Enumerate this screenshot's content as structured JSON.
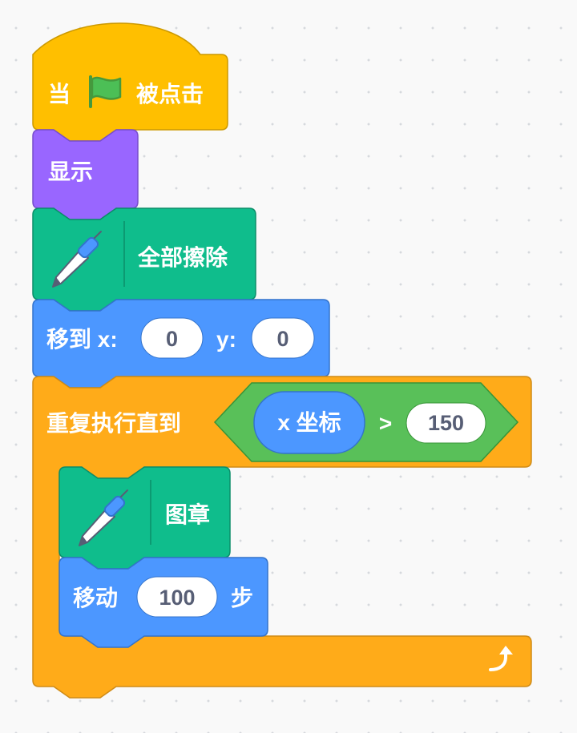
{
  "blocks": {
    "when_flag": {
      "label_when": "当",
      "label_clicked": "被点击",
      "color": "#ffbf00"
    },
    "show": {
      "label": "显示",
      "color": "#9966ff"
    },
    "pen_clear": {
      "label": "全部擦除",
      "color": "#0fbd8c"
    },
    "goto_xy": {
      "label": "移到 x:",
      "label_y": "y:",
      "x_value": "0",
      "y_value": "0",
      "color": "#4c97ff"
    },
    "repeat_until": {
      "label": "重复执行直到",
      "operator": ">",
      "reporter": "x 坐标",
      "compare_value": "150",
      "color": "#ffab19",
      "condition_color": "#59c059",
      "reporter_color": "#4c97ff"
    },
    "pen_stamp": {
      "label": "图章",
      "color": "#0fbd8c"
    },
    "move": {
      "label": "移动",
      "steps_value": "100",
      "label_unit": "步",
      "color": "#4c97ff"
    }
  }
}
